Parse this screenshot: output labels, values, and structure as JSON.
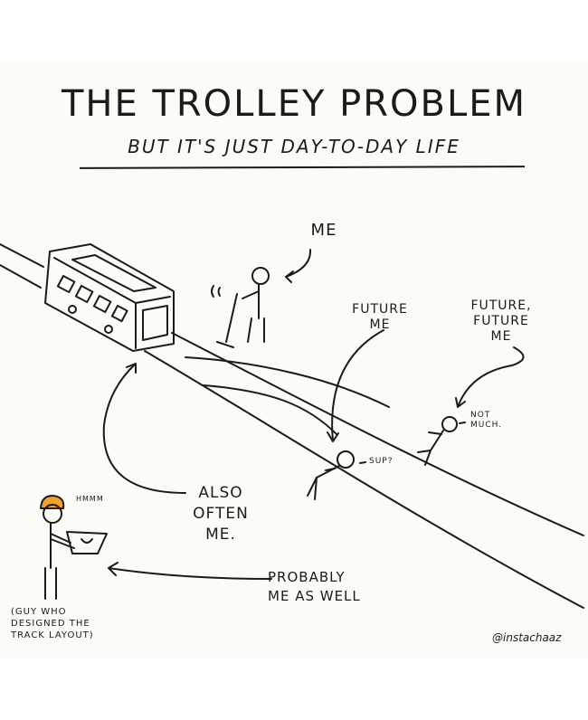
{
  "comic": {
    "title": "THE TROLLEY PROBLEM",
    "subtitle": "BUT IT'S JUST DAY-TO-DAY LIFE",
    "labels": {
      "me": "ME",
      "future_me": "FUTURE\nME",
      "future_future_me": "FUTURE,\nFUTURE\nME",
      "sup": "SUP?",
      "not_much": "NOT\nMUCH.",
      "hmmm": "HMMM",
      "also_often_me": "ALSO\nOFTEN\nME.",
      "probably_me": "PROBABLY\nME AS WELL",
      "designer_caption": "(GUY WHO\nDESIGNED THE\nTRACK LAYOUT)"
    },
    "credit": "@instachaaz",
    "colors": {
      "ink": "#1b1b1b",
      "hard_hat": "#f2a22a",
      "panel": "#fbfbf8"
    }
  }
}
